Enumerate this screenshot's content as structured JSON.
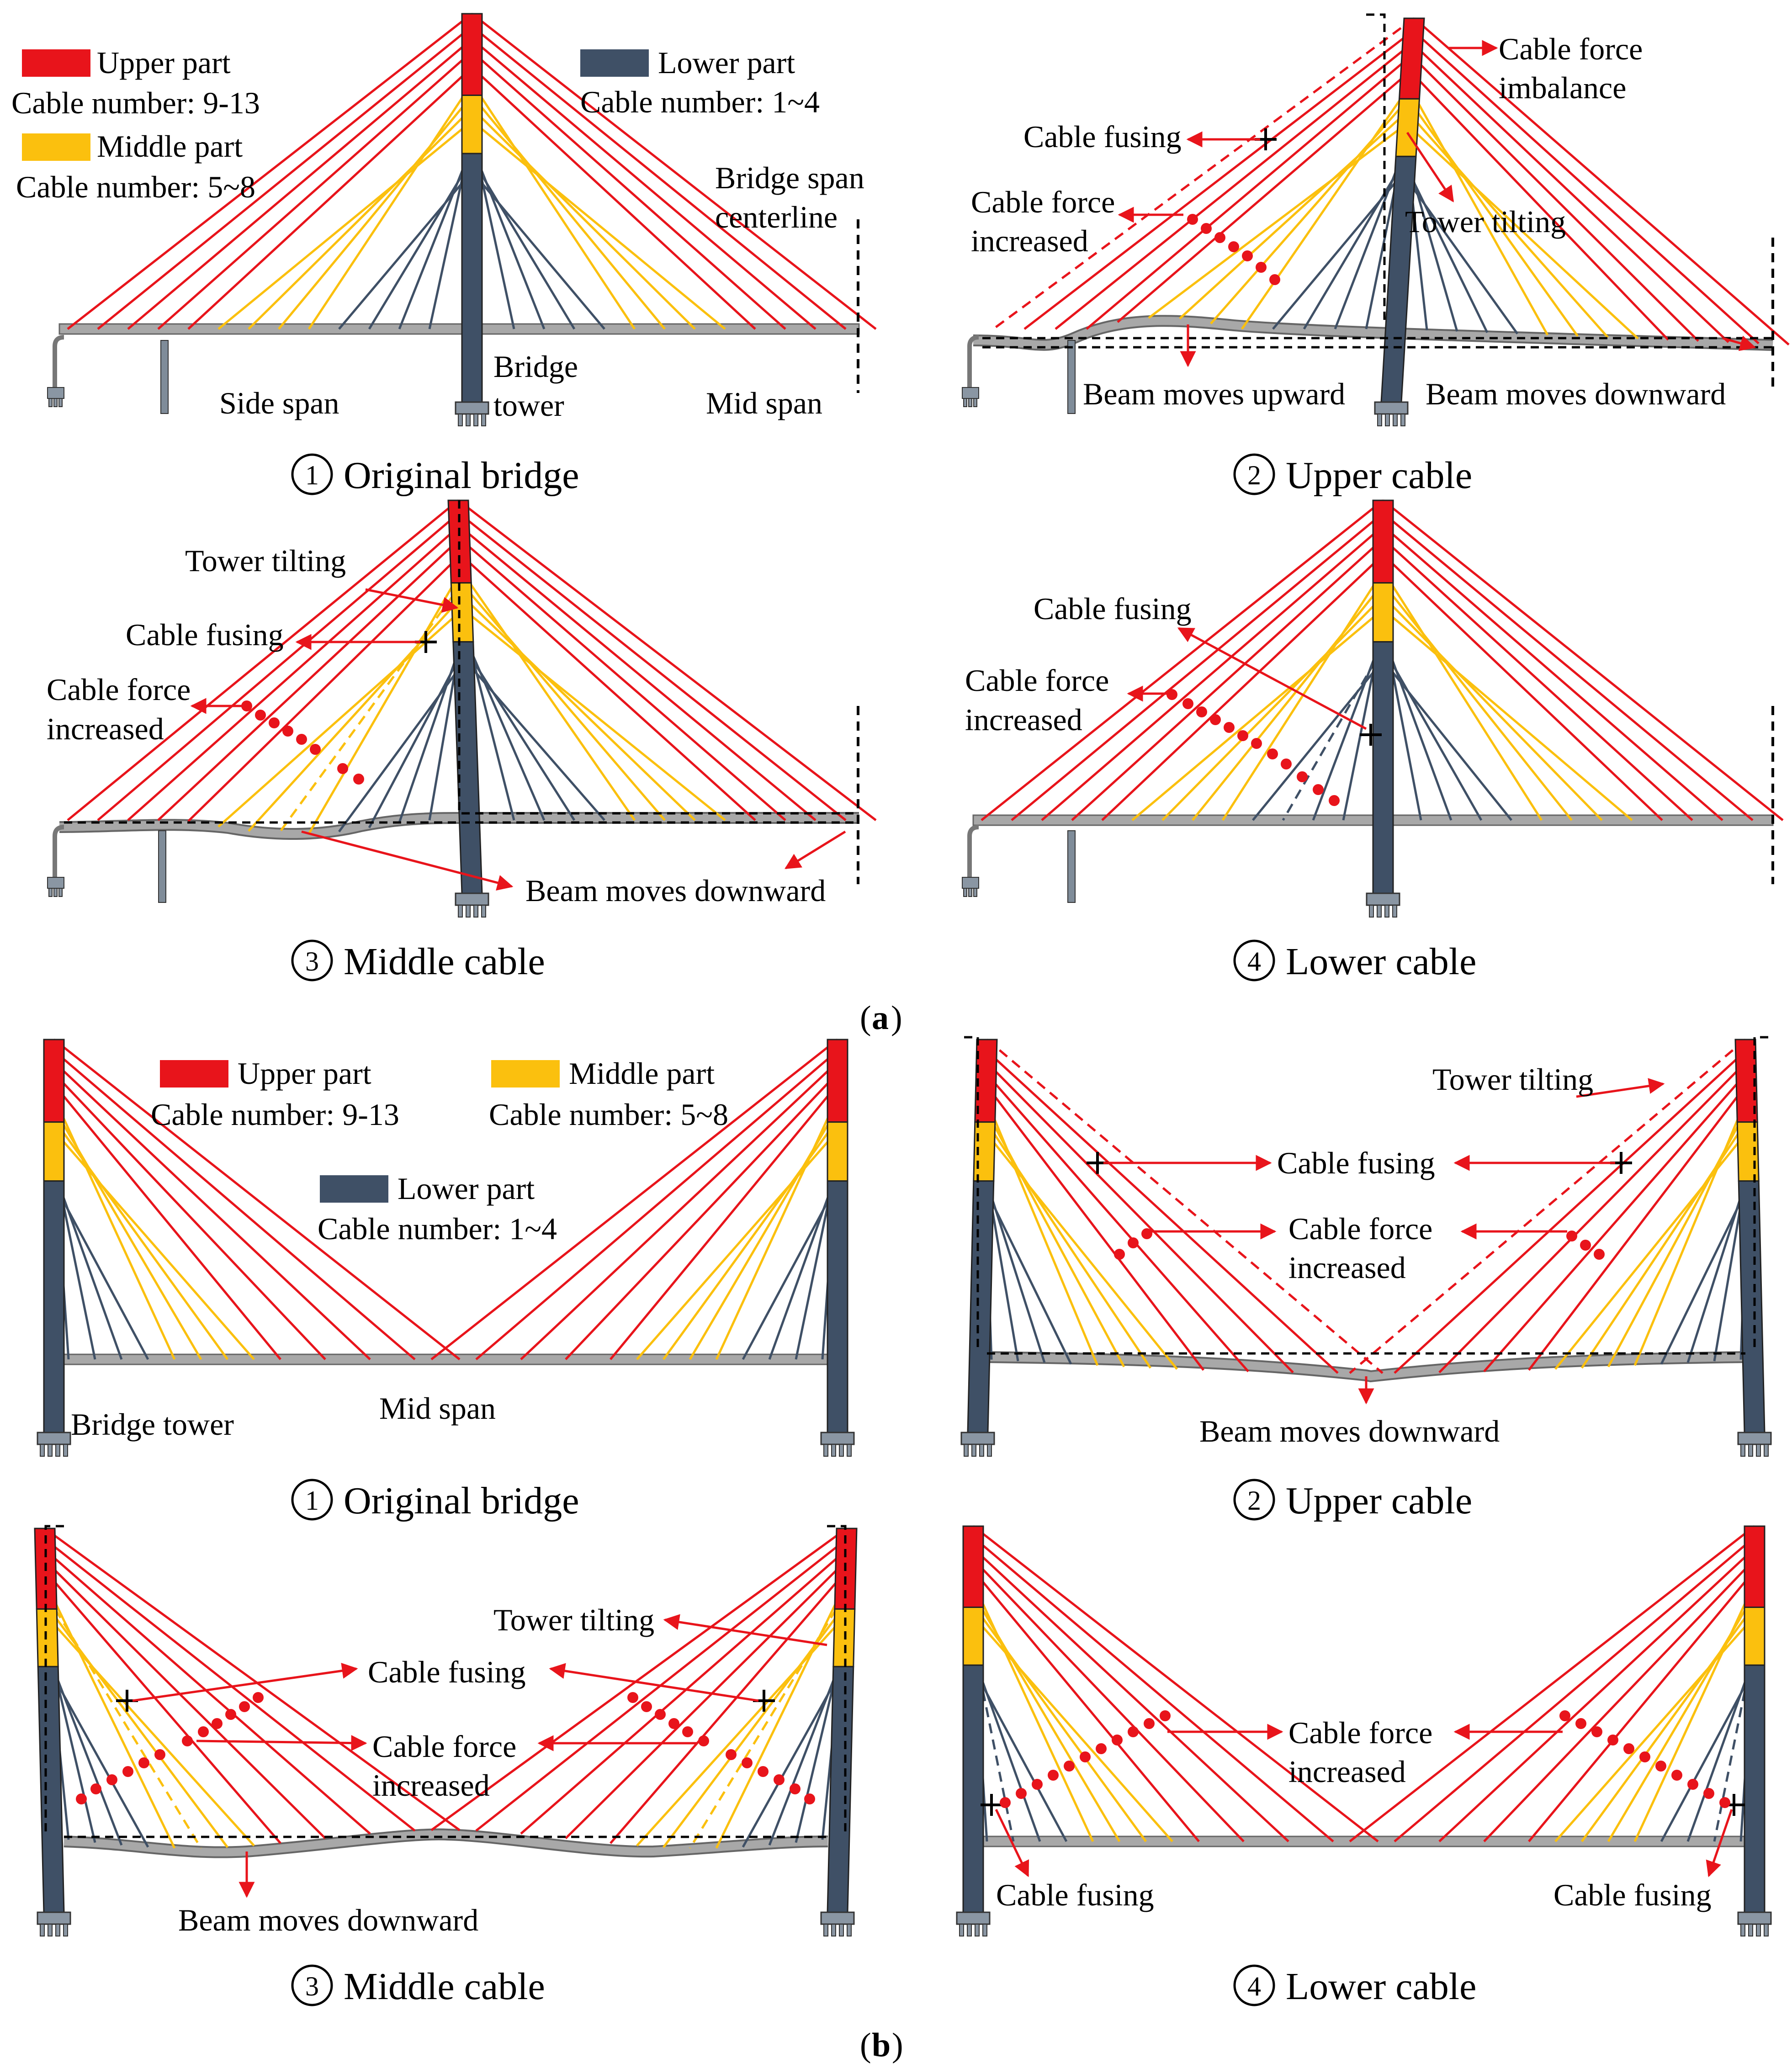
{
  "colors": {
    "upper": "#e8141b",
    "middle": "#fbc00e",
    "lower": "#3f5066",
    "deck": "#a8a8a8",
    "pier": "#7f8c99",
    "arrow": "#e8141b",
    "dot": "#e8141b"
  },
  "legend": {
    "upper": {
      "title": "Upper part",
      "numbers": "Cable number: 9-13"
    },
    "middle": {
      "title": "Middle part",
      "numbers": "Cable number: 5~8"
    },
    "lower": {
      "title": "Lower part",
      "numbers": "Cable number: 1~4"
    }
  },
  "circled_numbers": [
    "1",
    "2",
    "3",
    "4"
  ],
  "case_names": [
    "Original bridge",
    "Upper cable",
    "Middle cable",
    "Lower cable"
  ],
  "subfig": {
    "a": "a",
    "b": "b"
  },
  "a1": {
    "side_span": "Side span",
    "tower_l1": "Bridge",
    "tower_l2": "tower",
    "mid_span": "Mid span",
    "center_l1": "Bridge span",
    "center_l2": "centerline"
  },
  "a2": {
    "imbalance_l1": "Cable force",
    "imbalance_l2": "imbalance",
    "fusing": "Cable fusing",
    "inc_l1": "Cable force",
    "inc_l2": "increased",
    "tilt": "Tower tilting",
    "up": "Beam moves upward",
    "down": "Beam moves downward"
  },
  "a3": {
    "tilt": "Tower tilting",
    "fusing": "Cable fusing",
    "inc_l1": "Cable force",
    "inc_l2": "increased",
    "down": "Beam moves downward"
  },
  "a4": {
    "fusing": "Cable fusing",
    "inc_l1": "Cable force",
    "inc_l2": "increased"
  },
  "b1": {
    "tower": "Bridge tower",
    "mid_span": "Mid span"
  },
  "b2": {
    "tilt": "Tower tilting",
    "fusing": "Cable fusing",
    "inc_l1": "Cable force",
    "inc_l2": "increased",
    "down": "Beam moves downward"
  },
  "b3": {
    "tilt": "Tower tilting",
    "fusing": "Cable fusing",
    "inc_l1": "Cable force",
    "inc_l2": "increased",
    "down": "Beam moves downward"
  },
  "b4": {
    "inc_l1": "Cable force",
    "inc_l2": "increased",
    "fusing_l": "Cable fusing",
    "fusing_r": "Cable fusing"
  }
}
